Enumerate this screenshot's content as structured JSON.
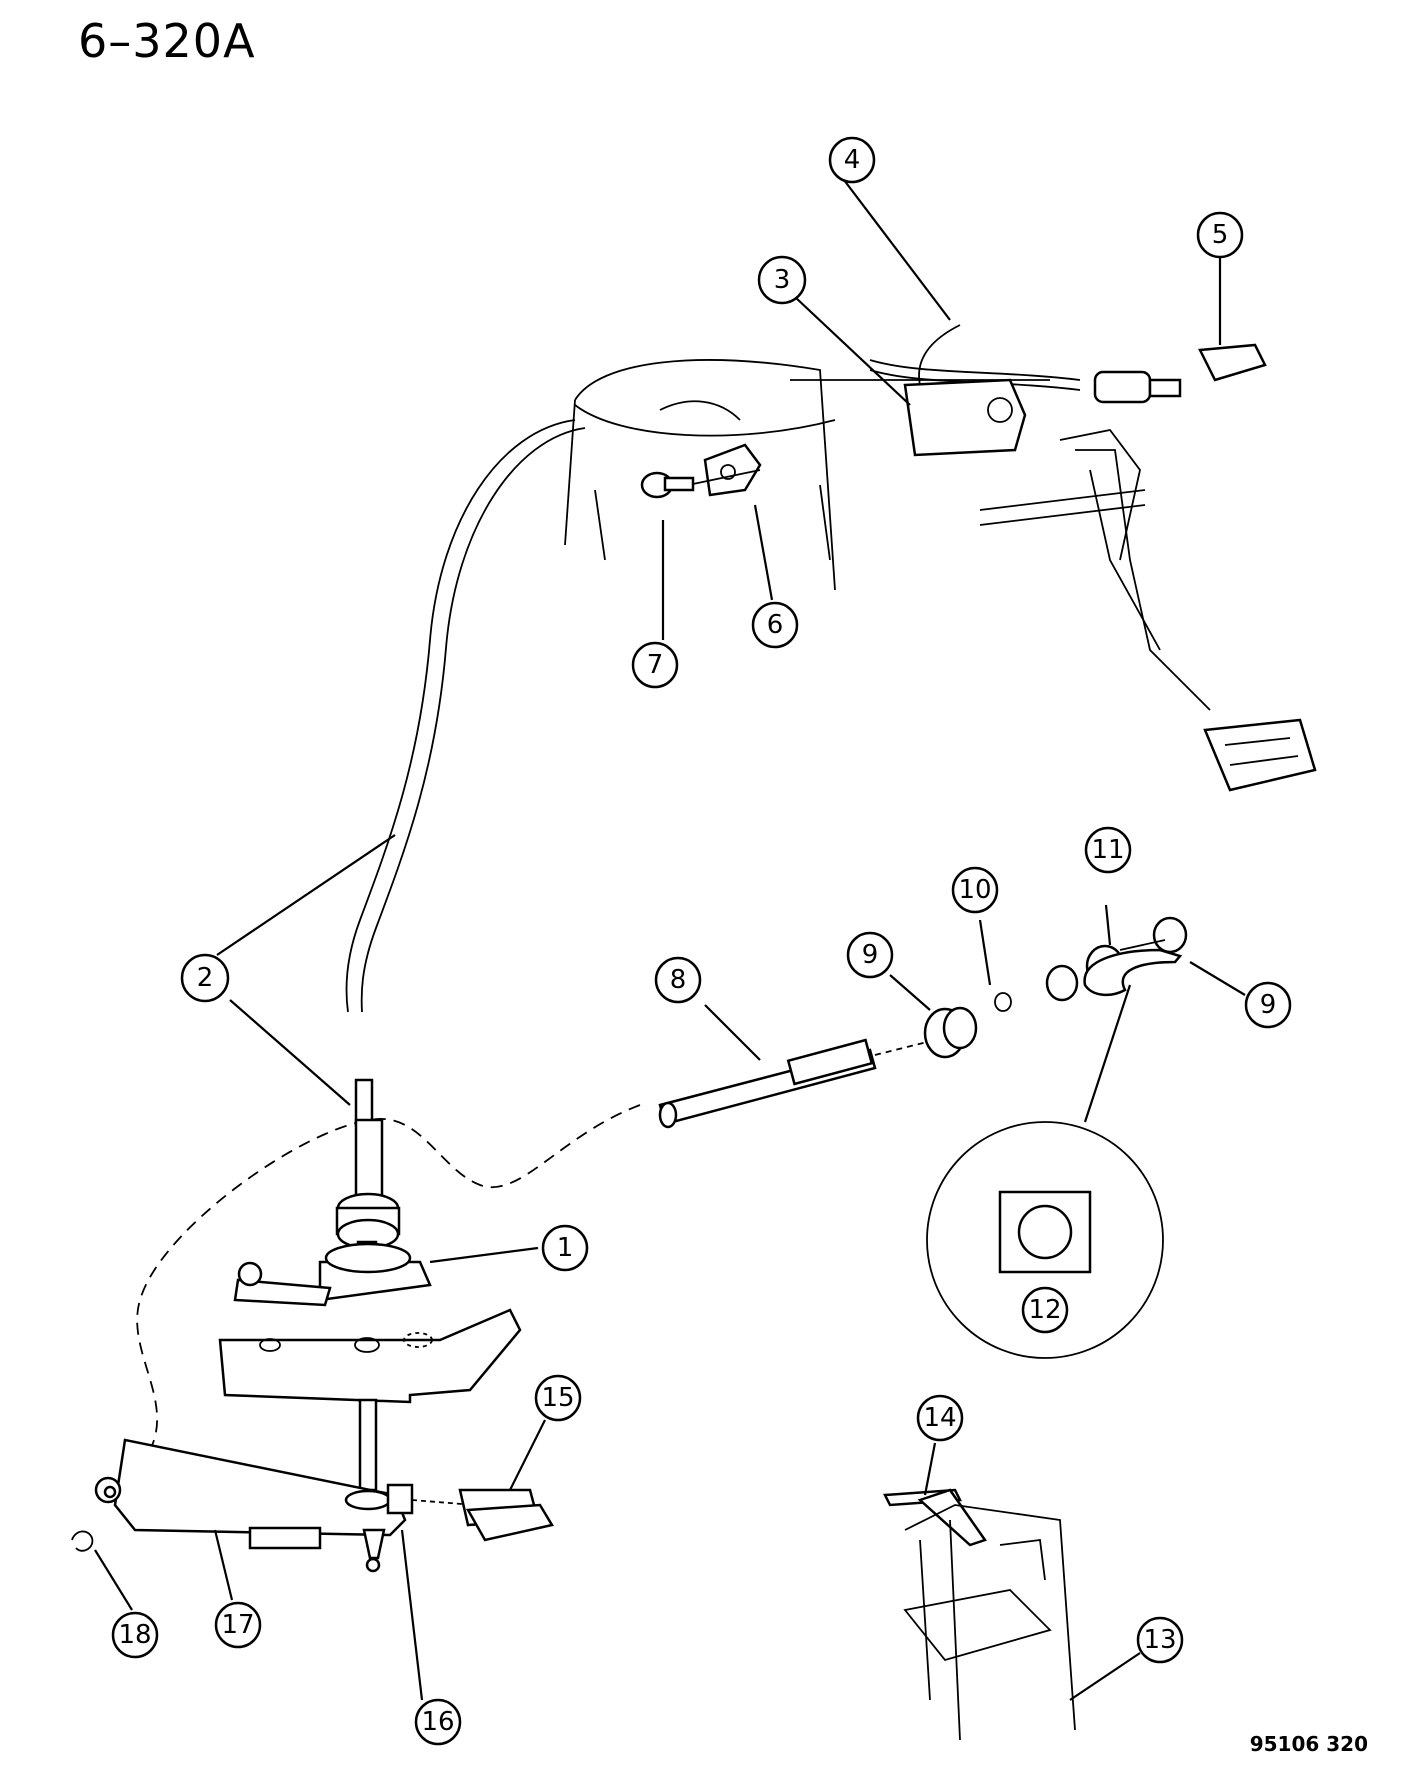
{
  "diagram": {
    "title": "6–320A",
    "figure_code": "95106  320",
    "callouts": [
      "1",
      "2",
      "3",
      "4",
      "5",
      "6",
      "7",
      "8",
      "9",
      "10",
      "11",
      "9",
      "12",
      "13",
      "14",
      "15",
      "16",
      "17",
      "18"
    ]
  }
}
